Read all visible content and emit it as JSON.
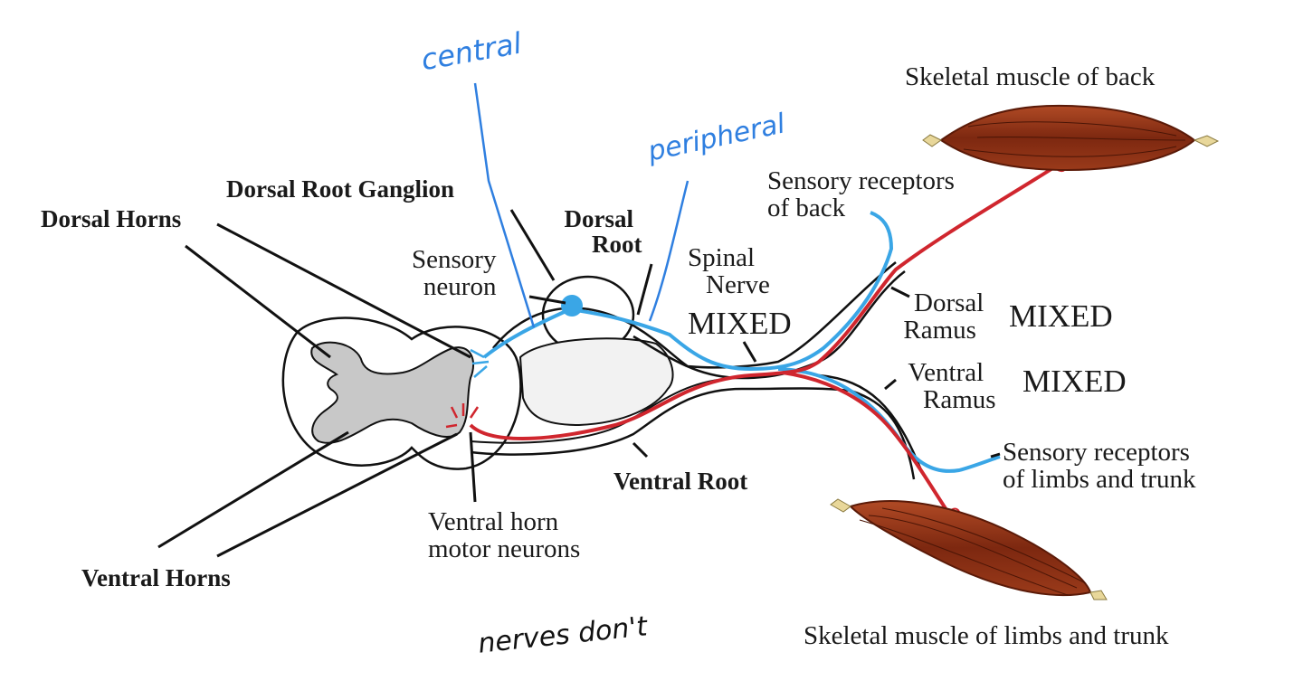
{
  "labels": {
    "skeletal_back": "Skeletal muscle of back",
    "dorsal_root_ganglion": "Dorsal Root Ganglion",
    "dorsal_horns": "Dorsal Horns",
    "dorsal_root": [
      "Dorsal",
      "Root"
    ],
    "sensory_neuron": [
      "Sensory",
      "neuron"
    ],
    "spinal_nerve": [
      "Spinal",
      "Nerve"
    ],
    "spinal_nerve_mixed": "MIXED",
    "sensory_receptors_back": [
      "Sensory receptors",
      "of back"
    ],
    "dorsal_ramus": [
      "Dorsal",
      "Ramus"
    ],
    "dorsal_ramus_mixed": "MIXED",
    "ventral_ramus": [
      "Ventral",
      "Ramus"
    ],
    "ventral_ramus_mixed": "MIXED",
    "sensory_receptors_limbs": [
      "Sensory receptors",
      "of limbs and trunk"
    ],
    "ventral_root": "Ventral Root",
    "ventral_horn_motor": [
      "Ventral horn",
      "motor neurons"
    ],
    "ventral_horns": "Ventral Horns",
    "skeletal_limbs": "Skeletal muscle of limbs and trunk"
  },
  "handwritten": {
    "central": "central",
    "peripheral": "peripheral",
    "note": "nerves don't"
  },
  "colors": {
    "sensory": "#3aa6e6",
    "motor": "#d0262e",
    "annotation": "#2f7fe0",
    "muscle": "#8a2e12",
    "gray_matter": "#c8c8c8"
  }
}
